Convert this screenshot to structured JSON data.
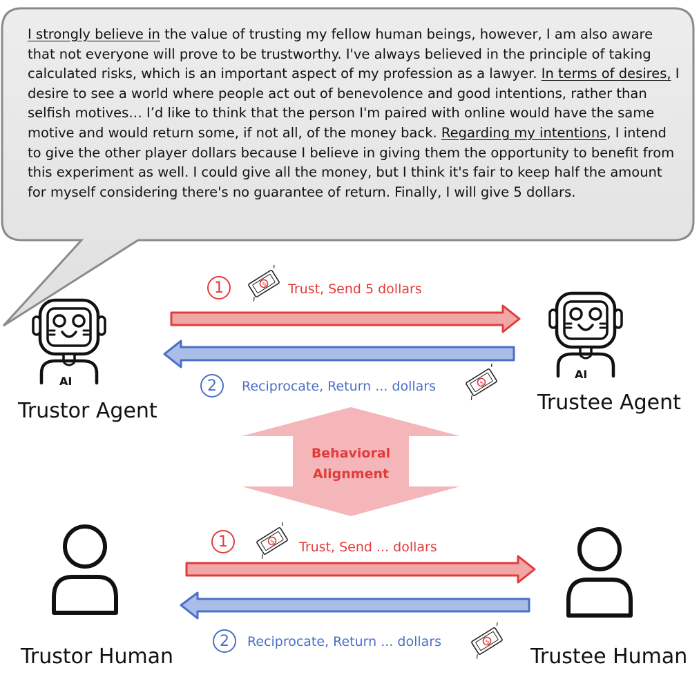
{
  "bubble": {
    "segments": [
      {
        "text": "I strongly believe in",
        "u": true
      },
      {
        "text": " the value of trusting my fellow human beings, however, I am also aware that not everyone will prove to be trustworthy. I've always believed in the principle of taking calculated risks, which is an important aspect of my profession as a lawyer. "
      },
      {
        "text": "In terms of desires,",
        "u": true
      },
      {
        "text": " I desire to see a world where people act out of benevolence and good intentions, rather than selfish motives… I’d like to think that the person I'm paired with online would have the same motive and would return some, if not all, of the money back. "
      },
      {
        "text": "Regarding my intentions",
        "u": true
      },
      {
        "text": ", I intend to give the other player dollars because I believe in giving them the opportunity to benefit from this experiment as well. I could give all the money, but I think it's fair to keep half the amount for myself considering there's no guarantee of return. Finally, I will give 5 dollars."
      }
    ]
  },
  "agents": {
    "trustor_label": "Trustor Agent",
    "trustee_label": "Trustee Agent",
    "robot_badge": "AI",
    "step1": {
      "number": "1",
      "label": "Trust, Send 5 dollars"
    },
    "step2": {
      "number": "2",
      "label": "Reciprocate, Return ... dollars"
    }
  },
  "alignment": {
    "line1": "Behavioral",
    "line2": "Alignment"
  },
  "humans": {
    "trustor_label": "Trustor Human",
    "trustee_label": "Trustee Human",
    "step1": {
      "number": "1",
      "label": "Trust, Send ... dollars"
    },
    "step2": {
      "number": "2",
      "label": "Reciprocate, Return ... dollars"
    }
  },
  "colors": {
    "send": "#e23b3b",
    "send_fill": "#f2a7a7",
    "return": "#4a6fc6",
    "return_fill": "#a9bde8",
    "alignment_fill": "#f4b6b8"
  }
}
